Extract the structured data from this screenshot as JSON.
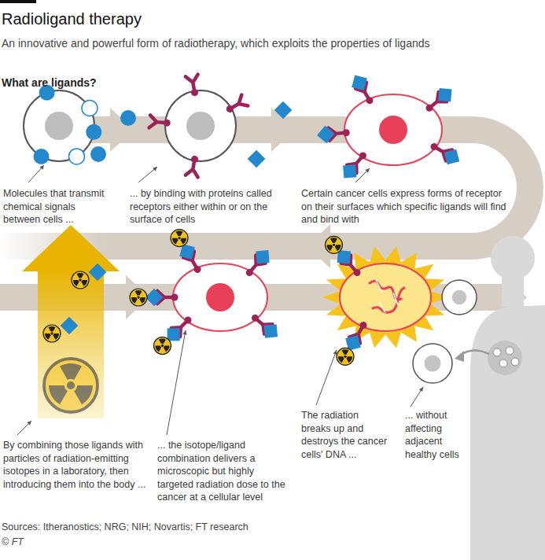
{
  "diagram": {
    "title": "Radioligand therapy",
    "caption": "An innovative and powerful form of radiotherapy, which exploits the properties of ligands",
    "labels": [
      "What are ligands?",
      "Molecules that transmit chemical signals between cells ...",
      "... by binding with proteins called receptors either within or on the surface of cells",
      "Certain cancer cells express forms of receptor on their surfaces which specific ligands will find and bind with",
      "By combining those ligands with particles of radiation-emitting isotopes in a laboratory, then introducing them into the body ...",
      "... the isotope/ligand combination delivers a microscopic but highly targeted radiation dose to the cancer at a cellular level",
      "The radiation breaks up and destroys the cancer cells' DNA ...",
      "... without affecting adjacent healthy cells",
      "Sources: Itheranostics; NRG; NIH; Novartis; FT research",
      "© FT"
    ]
  }
}
